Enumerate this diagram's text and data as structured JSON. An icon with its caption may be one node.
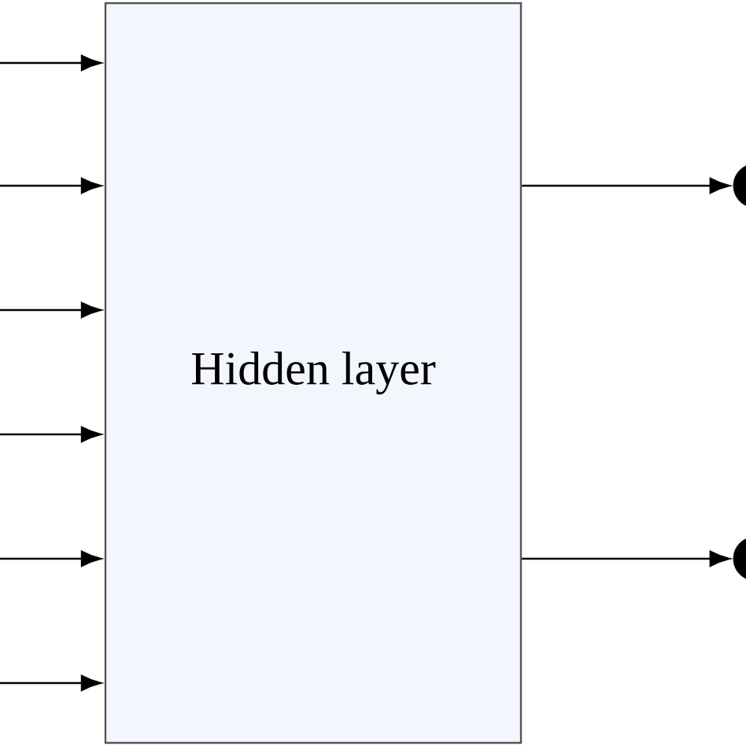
{
  "diagram": {
    "nodes": [
      {
        "text": [
          "Hidden layer"
        ]
      },
      {
        "text": [],
        "shape": "circle"
      },
      {
        "text": [],
        "shape": "circle"
      }
    ],
    "edges": [
      {
        "from": null,
        "to": 0,
        "arrow": "to"
      },
      {
        "from": null,
        "to": 0,
        "arrow": "to"
      },
      {
        "from": null,
        "to": 0,
        "arrow": "to"
      },
      {
        "from": null,
        "to": 0,
        "arrow": "to"
      },
      {
        "from": null,
        "to": 0,
        "arrow": "to"
      },
      {
        "from": null,
        "to": 0,
        "arrow": "to"
      },
      {
        "from": 0,
        "to": 1,
        "arrow": "to"
      },
      {
        "from": 0,
        "to": 2,
        "arrow": "to"
      }
    ]
  }
}
